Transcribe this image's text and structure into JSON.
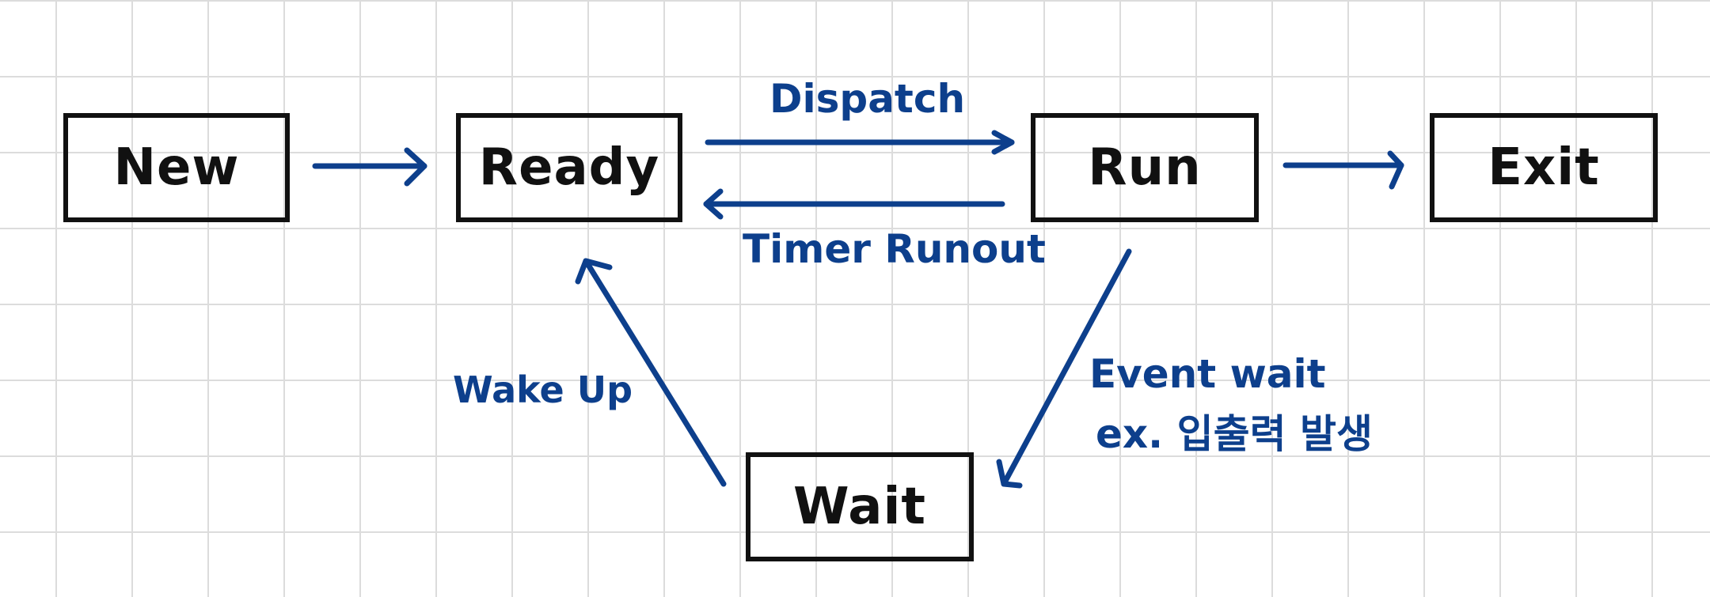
{
  "colors": {
    "box_border": "#111111",
    "arrow": "#0d3f8c",
    "grid": "#dcdcdc",
    "background": "#ffffff"
  },
  "states": {
    "new": "New",
    "ready": "Ready",
    "run": "Run",
    "exit": "Exit",
    "wait": "Wait"
  },
  "transitions": {
    "dispatch": "Dispatch",
    "timer_runout": "Timer Runout",
    "wake_up": "Wake Up",
    "event_wait": "Event wait",
    "event_wait_example": "ex. 입출력 발생"
  },
  "edges": [
    {
      "from": "New",
      "to": "Ready",
      "label": ""
    },
    {
      "from": "Ready",
      "to": "Run",
      "label": "Dispatch"
    },
    {
      "from": "Run",
      "to": "Ready",
      "label": "Timer Runout"
    },
    {
      "from": "Run",
      "to": "Exit",
      "label": ""
    },
    {
      "from": "Run",
      "to": "Wait",
      "label": "Event wait"
    },
    {
      "from": "Wait",
      "to": "Ready",
      "label": "Wake Up"
    }
  ]
}
